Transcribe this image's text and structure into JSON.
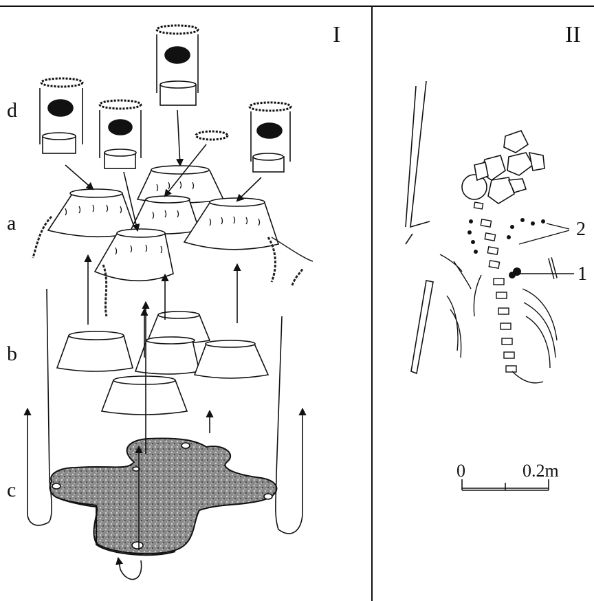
{
  "panels": {
    "left": {
      "label": "I"
    },
    "right": {
      "label": "II"
    }
  },
  "rows": {
    "d": "d",
    "a": "a",
    "b": "b",
    "c": "c"
  },
  "annotations": {
    "one": "1",
    "two": "2"
  },
  "scale_bar": {
    "start": "0",
    "end": "0.2m"
  }
}
